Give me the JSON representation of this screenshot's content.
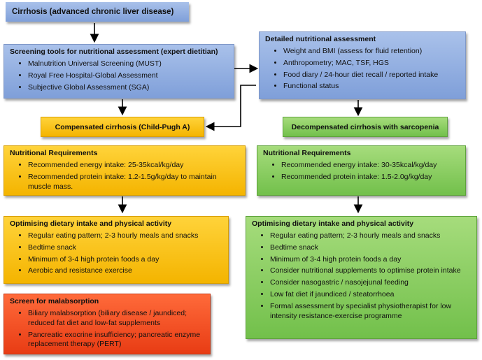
{
  "top": {
    "title": "Cirrhosis (advanced chronic liver disease)"
  },
  "screening": {
    "heading": "Screening tools for nutritional assessment (expert dietitian)",
    "items": [
      "Malnutrition Universal Screening (MUST)",
      "Royal Free Hospital-Global Assessment",
      "Subjective Global Assessment (SGA)"
    ]
  },
  "detailed": {
    "heading": "Detailed nutritional assessment",
    "items": [
      "Weight and BMI (assess for fluid retention)",
      "Anthropometry; MAC, TSF, HGS",
      "Food diary / 24-hour diet recall / reported intake",
      "Functional status"
    ]
  },
  "compensated": {
    "label": "Compensated cirrhosis (Child-Pugh A)"
  },
  "decompensated": {
    "label": "Decompensated cirrhosis with sarcopenia"
  },
  "req_left": {
    "heading": "Nutritional Requirements",
    "items": [
      "Recommended energy intake: 25-35kcal/kg/day",
      "Recommended protein intake: 1.2-1.5g/kg/day to maintain muscle mass."
    ]
  },
  "req_right": {
    "heading": "Nutritional Requirements",
    "items": [
      "Recommended energy intake: 30-35kcal/kg/day",
      "Recommended protein intake: 1.5-2.0g/kg/day"
    ]
  },
  "opt_left": {
    "heading": "Optimising dietary intake and physical activity",
    "items": [
      "Regular eating pattern; 2-3 hourly meals and snacks",
      "Bedtime snack",
      "Minimum of 3-4 high protein foods a day",
      "Aerobic and resistance exercise"
    ]
  },
  "opt_right": {
    "heading": "Optimising dietary intake and physical activity",
    "items": [
      "Regular eating pattern; 2-3 hourly meals and snacks",
      "Bedtime snack",
      "Minimum of 3-4 high protein foods a day",
      "Consider nutritional supplements to optimise protein intake",
      "Consider nasogastric / nasojejunal feeding",
      "Low fat diet if jaundiced / steatorrhoea",
      "Formal assessment by specialist physiotherapist for low intensity resistance-exercise programme"
    ]
  },
  "malabsorption": {
    "heading": "Screen for malabsorption",
    "items": [
      "Biliary malabsorption (biliary disease / jaundiced; reduced fat diet and low-fat supplements",
      "Pancreatic exocrine insufficiency; pancreatic enzyme replacement therapy (PERT)"
    ]
  },
  "colors": {
    "blue": "#8eaadf",
    "yellow": "#f9c200",
    "green": "#86cc5e",
    "red": "#f04c1e"
  }
}
